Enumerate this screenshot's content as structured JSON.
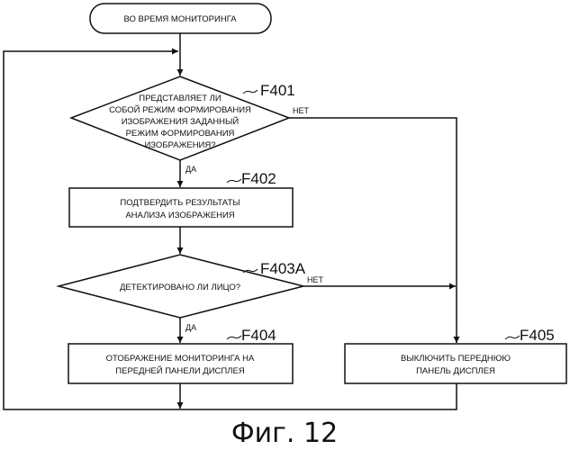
{
  "start": "ВО ВРЕМЯ МОНИТОРИНГА",
  "steps": {
    "F401": {
      "id": "F401",
      "lines": [
        "ПРЕДСТАВЛЯЕТ ЛИ",
        "СОБОЙ РЕЖИМ ФОРМИРОВАНИЯ",
        "ИЗОБРАЖЕНИЯ ЗАДАННЫЙ",
        "РЕЖИМ ФОРМИРОВАНИЯ",
        "ИЗОБРАЖЕНИЯ?"
      ],
      "yes": "ДА",
      "no": "НЕТ"
    },
    "F402": {
      "id": "F402",
      "lines": [
        "ПОДТВЕРДИТЬ РЕЗУЛЬТАТЫ",
        "АНАЛИЗА ИЗОБРАЖЕНИЯ"
      ]
    },
    "F403A": {
      "id": "F403A",
      "lines": [
        "ДЕТЕКТИРОВАНО ЛИ ЛИЦО?"
      ],
      "yes": "ДА",
      "no": "НЕТ"
    },
    "F404": {
      "id": "F404",
      "lines": [
        "ОТОБРАЖЕНИЕ МОНИТОРИНГА НА",
        "ПЕРЕДНЕЙ ПАНЕЛИ ДИСПЛЕЯ"
      ]
    },
    "F405": {
      "id": "F405",
      "lines": [
        "ВЫКЛЮЧИТЬ ПЕРЕДНЮЮ",
        "ПАНЕЛЬ ДИСПЛЕЯ"
      ]
    }
  },
  "caption": "Фиг. 12"
}
